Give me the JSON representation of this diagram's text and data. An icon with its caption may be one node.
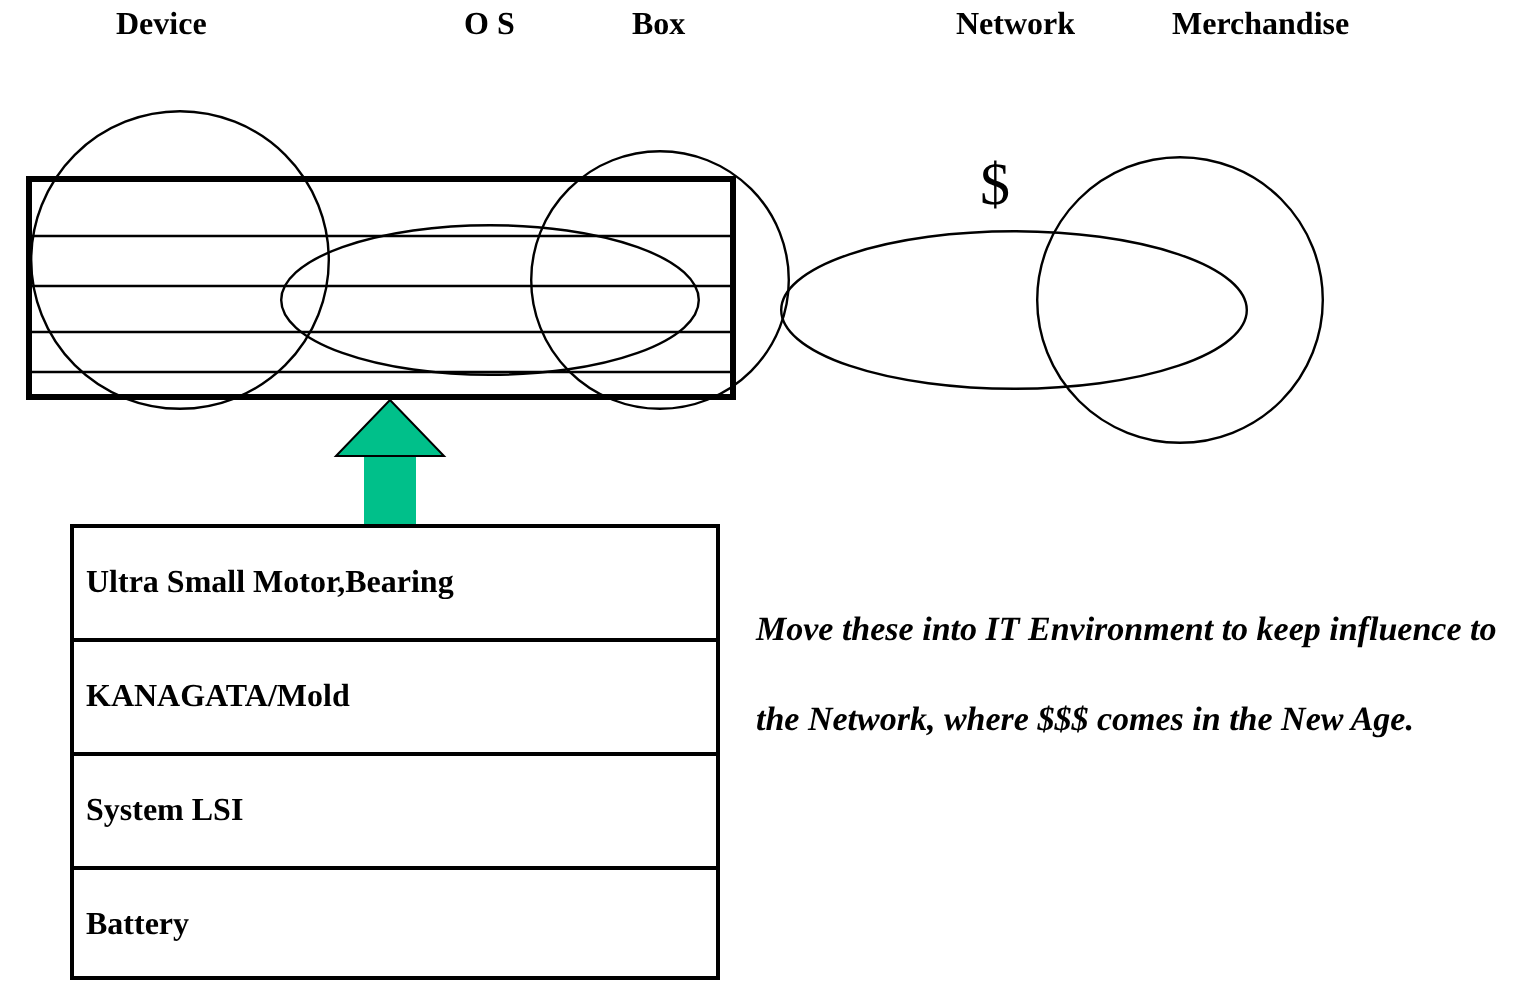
{
  "diagram": {
    "nodes": [
      {
        "text": [],
        "shape": "circle"
      },
      {
        "text": [],
        "shape": "box"
      },
      {
        "text": [],
        "shape": "ellipse",
        "in": 1
      },
      {
        "text": [],
        "shape": "circle"
      },
      {
        "text": [],
        "shape": "ellipse"
      },
      {
        "text": [],
        "shape": "circle"
      },
      {
        "text": [
          "Ultra Small Motor,Bearing",
          "KANAGATA/Mold",
          "System LSI",
          "Battery"
        ]
      }
    ],
    "edges": [
      {
        "from": 6,
        "to": 1,
        "arrow": "to",
        "color": "#00c08a"
      }
    ],
    "labels": [
      "Device",
      "O S",
      "Box",
      "Network",
      "Merchandise",
      "$",
      "Move these into IT Environment to keep influence to the Network, where $$$ comes in the New Age."
    ]
  }
}
